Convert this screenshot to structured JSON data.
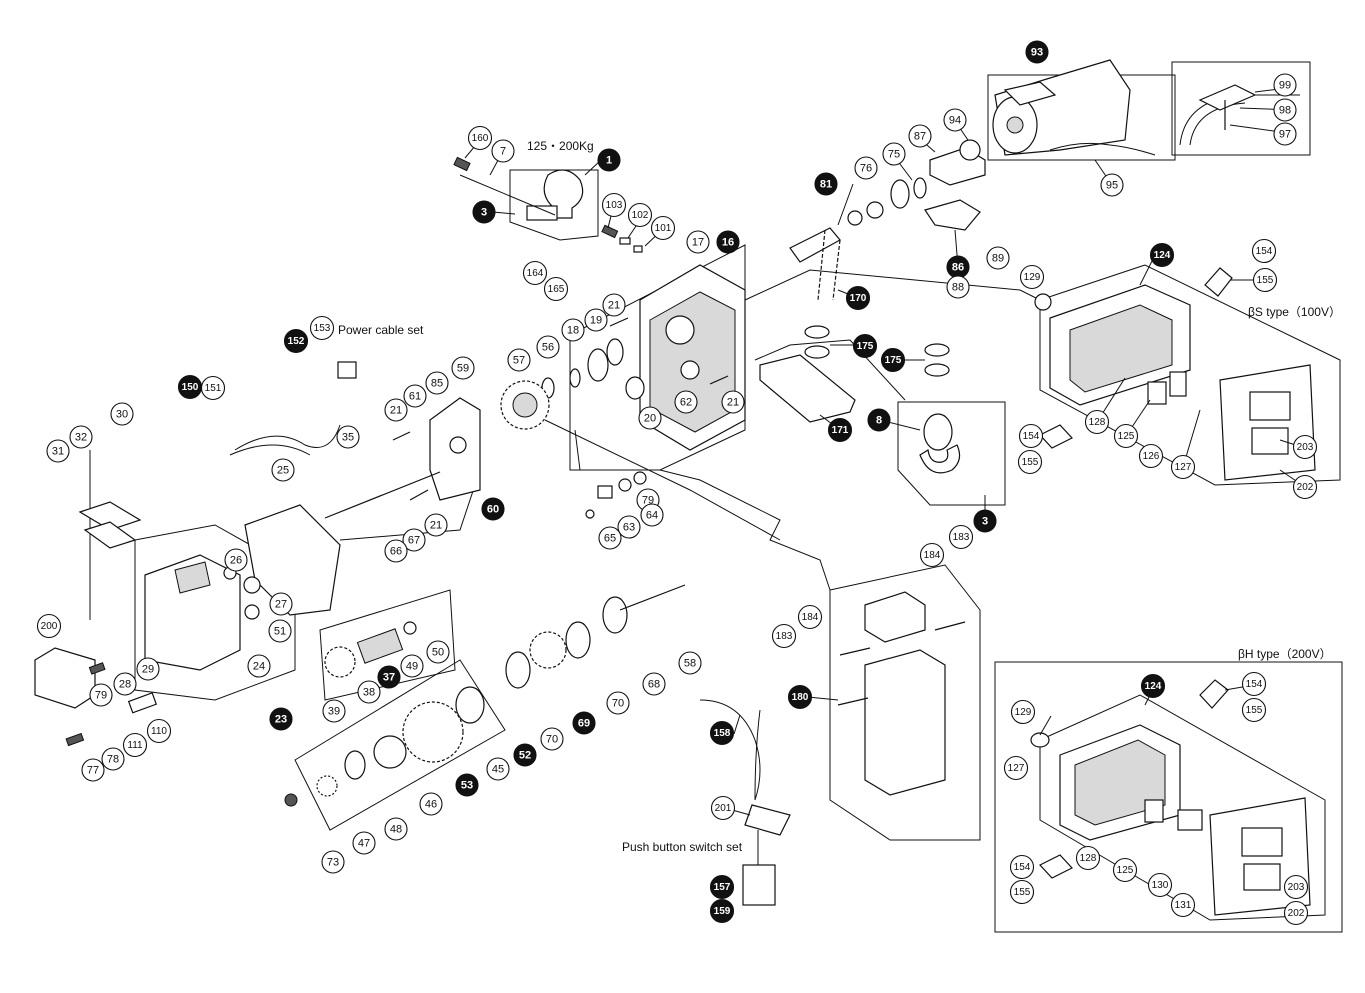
{
  "captions": {
    "capacity": "125・200Kg",
    "power_cable": "Power cable set",
    "push_button": "Push button switch set",
    "s_type": "βS type（100V）",
    "h_type": "βH type（200V）"
  },
  "part_callouts": [
    {
      "label": "160",
      "style": "outline"
    },
    {
      "label": "7",
      "style": "outline"
    },
    {
      "label": "1",
      "style": "filled"
    },
    {
      "label": "3",
      "style": "filled"
    },
    {
      "label": "103",
      "style": "outline"
    },
    {
      "label": "102",
      "style": "outline"
    },
    {
      "label": "101",
      "style": "outline"
    },
    {
      "label": "17",
      "style": "outline"
    },
    {
      "label": "16",
      "style": "filled"
    },
    {
      "label": "164",
      "style": "outline"
    },
    {
      "label": "165",
      "style": "outline"
    },
    {
      "label": "21",
      "style": "outline"
    },
    {
      "label": "18",
      "style": "outline"
    },
    {
      "label": "19",
      "style": "outline"
    },
    {
      "label": "56",
      "style": "outline"
    },
    {
      "label": "57",
      "style": "outline"
    },
    {
      "label": "59",
      "style": "outline"
    },
    {
      "label": "20",
      "style": "outline"
    },
    {
      "label": "62",
      "style": "outline"
    },
    {
      "label": "21",
      "style": "outline"
    },
    {
      "label": "153",
      "style": "outline"
    },
    {
      "label": "152",
      "style": "filled"
    },
    {
      "label": "150",
      "style": "filled"
    },
    {
      "label": "151",
      "style": "outline"
    },
    {
      "label": "30",
      "style": "outline"
    },
    {
      "label": "32",
      "style": "outline"
    },
    {
      "label": "31",
      "style": "outline"
    },
    {
      "label": "85",
      "style": "outline"
    },
    {
      "label": "61",
      "style": "outline"
    },
    {
      "label": "21",
      "style": "outline"
    },
    {
      "label": "35",
      "style": "outline"
    },
    {
      "label": "25",
      "style": "outline"
    },
    {
      "label": "60",
      "style": "filled"
    },
    {
      "label": "21",
      "style": "outline"
    },
    {
      "label": "67",
      "style": "outline"
    },
    {
      "label": "66",
      "style": "outline"
    },
    {
      "label": "26",
      "style": "outline"
    },
    {
      "label": "27",
      "style": "outline"
    },
    {
      "label": "51",
      "style": "outline"
    },
    {
      "label": "24",
      "style": "outline"
    },
    {
      "label": "200",
      "style": "outline"
    },
    {
      "label": "29",
      "style": "outline"
    },
    {
      "label": "28",
      "style": "outline"
    },
    {
      "label": "23",
      "style": "filled"
    },
    {
      "label": "79",
      "style": "outline"
    },
    {
      "label": "110",
      "style": "outline"
    },
    {
      "label": "111",
      "style": "outline"
    },
    {
      "label": "77",
      "style": "outline"
    },
    {
      "label": "78",
      "style": "outline"
    },
    {
      "label": "50",
      "style": "outline"
    },
    {
      "label": "49",
      "style": "outline"
    },
    {
      "label": "37",
      "style": "filled"
    },
    {
      "label": "38",
      "style": "outline"
    },
    {
      "label": "39",
      "style": "outline"
    },
    {
      "label": "79",
      "style": "outline"
    },
    {
      "label": "64",
      "style": "outline"
    },
    {
      "label": "63",
      "style": "outline"
    },
    {
      "label": "65",
      "style": "outline"
    },
    {
      "label": "58",
      "style": "outline"
    },
    {
      "label": "68",
      "style": "outline"
    },
    {
      "label": "70",
      "style": "outline"
    },
    {
      "label": "69",
      "style": "filled"
    },
    {
      "label": "70",
      "style": "outline"
    },
    {
      "label": "52",
      "style": "filled"
    },
    {
      "label": "45",
      "style": "outline"
    },
    {
      "label": "53",
      "style": "filled"
    },
    {
      "label": "46",
      "style": "outline"
    },
    {
      "label": "48",
      "style": "outline"
    },
    {
      "label": "47",
      "style": "outline"
    },
    {
      "label": "73",
      "style": "outline"
    },
    {
      "label": "93",
      "style": "filled"
    },
    {
      "label": "99",
      "style": "outline"
    },
    {
      "label": "98",
      "style": "outline"
    },
    {
      "label": "97",
      "style": "outline"
    },
    {
      "label": "95",
      "style": "outline"
    },
    {
      "label": "94",
      "style": "outline"
    },
    {
      "label": "87",
      "style": "outline"
    },
    {
      "label": "75",
      "style": "outline"
    },
    {
      "label": "76",
      "style": "outline"
    },
    {
      "label": "81",
      "style": "filled"
    },
    {
      "label": "86",
      "style": "filled"
    },
    {
      "label": "88",
      "style": "outline"
    },
    {
      "label": "89",
      "style": "outline"
    },
    {
      "label": "170",
      "style": "filled"
    },
    {
      "label": "175",
      "style": "filled"
    },
    {
      "label": "175",
      "style": "filled"
    },
    {
      "label": "171",
      "style": "filled"
    },
    {
      "label": "8",
      "style": "filled"
    },
    {
      "label": "3",
      "style": "filled"
    },
    {
      "label": "129",
      "style": "outline"
    },
    {
      "label": "124",
      "style": "filled"
    },
    {
      "label": "154",
      "style": "outline"
    },
    {
      "label": "155",
      "style": "outline"
    },
    {
      "label": "128",
      "style": "outline"
    },
    {
      "label": "125",
      "style": "outline"
    },
    {
      "label": "126",
      "style": "outline"
    },
    {
      "label": "127",
      "style": "outline"
    },
    {
      "label": "154",
      "style": "outline"
    },
    {
      "label": "155",
      "style": "outline"
    },
    {
      "label": "203",
      "style": "outline"
    },
    {
      "label": "202",
      "style": "outline"
    },
    {
      "label": "183",
      "style": "outline"
    },
    {
      "label": "184",
      "style": "outline"
    },
    {
      "label": "184",
      "style": "outline"
    },
    {
      "label": "183",
      "style": "outline"
    },
    {
      "label": "180",
      "style": "filled"
    },
    {
      "label": "158",
      "style": "filled"
    },
    {
      "label": "201",
      "style": "outline"
    },
    {
      "label": "157",
      "style": "filled"
    },
    {
      "label": "159",
      "style": "filled"
    },
    {
      "label": "124",
      "style": "filled"
    },
    {
      "label": "154",
      "style": "outline"
    },
    {
      "label": "155",
      "style": "outline"
    },
    {
      "label": "129",
      "style": "outline"
    },
    {
      "label": "127",
      "style": "outline"
    },
    {
      "label": "128",
      "style": "outline"
    },
    {
      "label": "125",
      "style": "outline"
    },
    {
      "label": "130",
      "style": "outline"
    },
    {
      "label": "131",
      "style": "outline"
    },
    {
      "label": "154",
      "style": "outline"
    },
    {
      "label": "155",
      "style": "outline"
    },
    {
      "label": "203",
      "style": "outline"
    },
    {
      "label": "202",
      "style": "outline"
    }
  ]
}
